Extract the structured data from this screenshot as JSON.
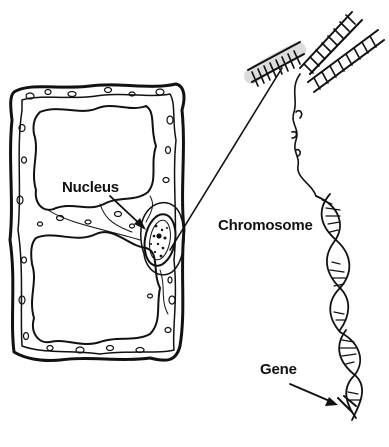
{
  "labels": {
    "nucleus": "Nucleus",
    "chromosome": "Chromosome",
    "gene": "Gene"
  },
  "colors": {
    "ink": "#111111",
    "background": "#ffffff"
  }
}
